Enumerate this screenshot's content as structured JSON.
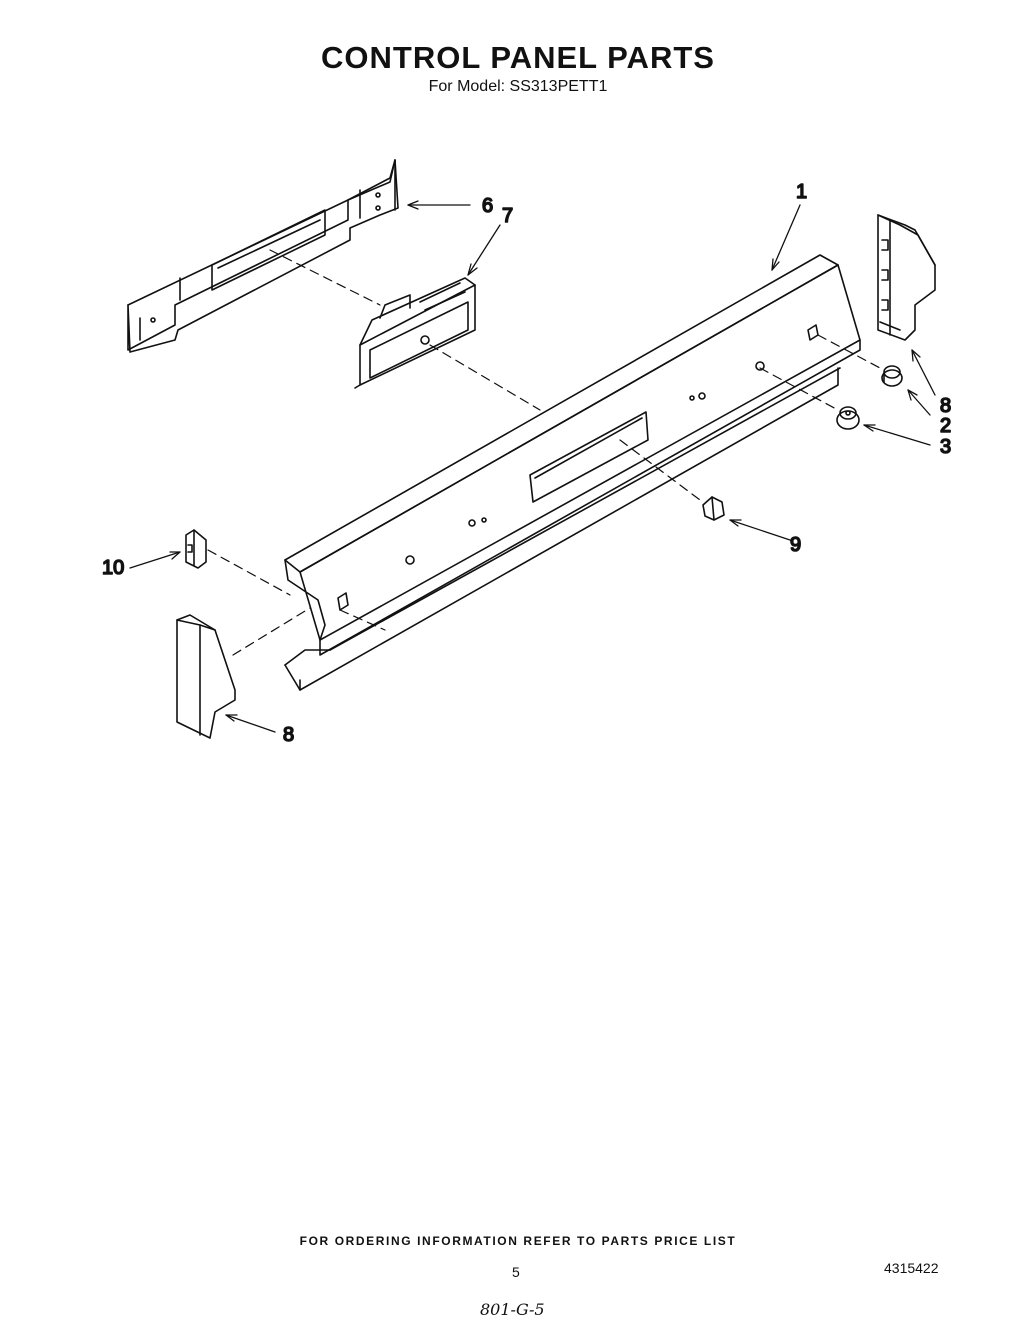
{
  "header": {
    "title": "CONTROL PANEL PARTS",
    "subtitle": "For Model: SS313PETT1"
  },
  "callouts": {
    "c1": "1",
    "c2": "2",
    "c3": "3",
    "c6": "6",
    "c7": "7",
    "c8_top": "8",
    "c8_bottom": "8",
    "c9": "9",
    "c10": "10"
  },
  "footer": {
    "ordering_note": "FOR ORDERING INFORMATION REFER TO PARTS PRICE LIST",
    "page_number": "5",
    "document_number": "4315422",
    "handwritten_note": "801-G-5"
  }
}
